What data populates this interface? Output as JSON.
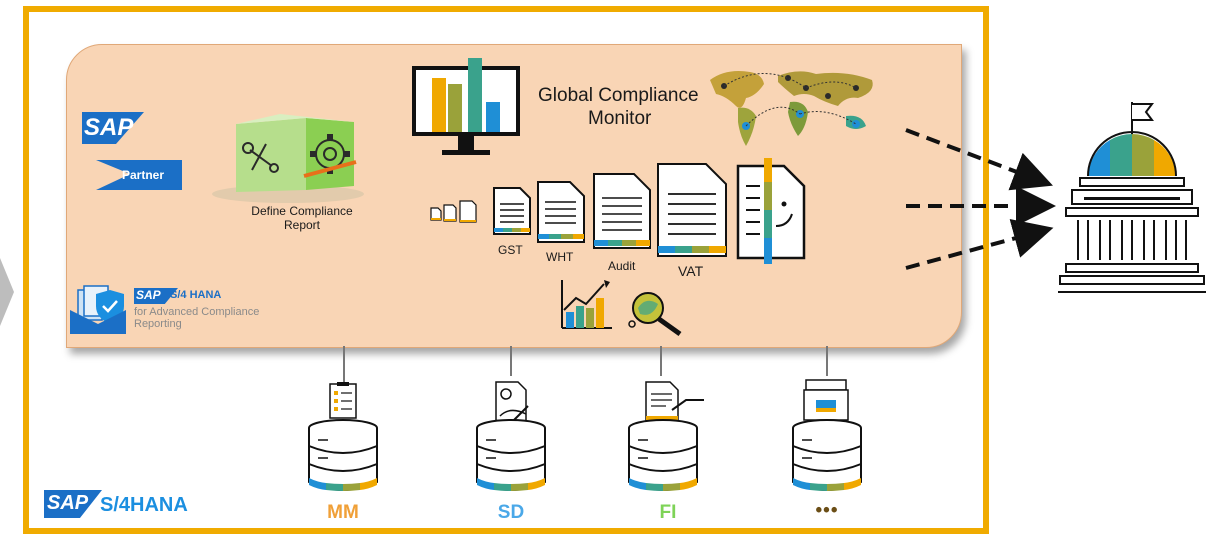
{
  "sap_partner": {
    "brand": "SAP",
    "label": "Partner"
  },
  "define_report": {
    "caption_line1": "Define Compliance",
    "caption_line2": "Report"
  },
  "monitor": {
    "title_line1": "Global Compliance",
    "title_line2": "Monitor"
  },
  "documents": [
    {
      "label": "GST"
    },
    {
      "label": "WHT"
    },
    {
      "label": "Audit"
    },
    {
      "label": "VAT"
    }
  ],
  "acr_product": {
    "brand": "SAP",
    "product": "S/4 HANA",
    "subtitle_line1": "for Advanced Compliance",
    "subtitle_line2": "Reporting"
  },
  "s4hana_logo": {
    "brand": "SAP",
    "product": "S/4HANA"
  },
  "modules": [
    {
      "label": "MM",
      "color": "#f0a038"
    },
    {
      "label": "SD",
      "color": "#4aa8e8"
    },
    {
      "label": "FI",
      "color": "#7ed357"
    },
    {
      "label": "•••",
      "color": "#6b4e16"
    }
  ],
  "colors": {
    "frame": "#f0ab00",
    "panel": "#f9d5b5",
    "sap_blue": "#1b6fc6",
    "accent_blue": "#1b8fe0",
    "stripe_blue": "#1f8fd6",
    "stripe_teal": "#3aa28c",
    "stripe_olive": "#9aa23a",
    "stripe_orange": "#f0a800"
  },
  "icons": [
    "monitor-bar-chart-icon",
    "world-map-icon",
    "gear-wrench-cube-icon",
    "document-icon",
    "growth-chart-icon",
    "magnifier-icon",
    "government-building-icon",
    "database-icon",
    "clipboard-icon",
    "certificate-icon",
    "legal-document-icon",
    "file-tray-icon"
  ]
}
